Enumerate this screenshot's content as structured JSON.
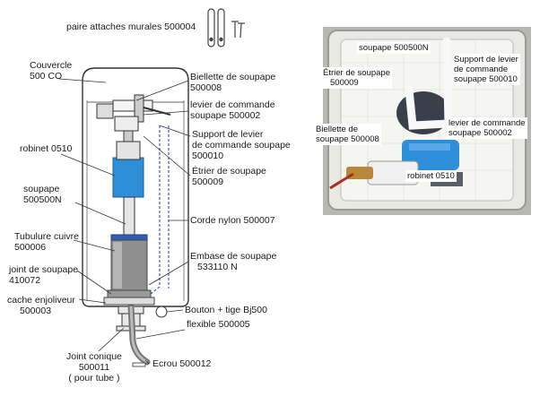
{
  "diagram": {
    "left_labels": {
      "attaches": "paire attaches murales 500004",
      "couvercle": [
        "Couvercle",
        "500 CO"
      ],
      "robinet": "robinet 0510",
      "soupape": [
        "soupape",
        "500500N"
      ],
      "tubulure": [
        "Tubulure cuivre",
        "500006"
      ],
      "joint_soupape": [
        "joint de soupape",
        "410072"
      ],
      "cache": [
        "cache enjoliveur",
        "500003"
      ],
      "joint_conique": [
        "Joint conique",
        "500011",
        "( pour tube )"
      ]
    },
    "right_labels": {
      "biellette": [
        "Biellette de soupape",
        "500008"
      ],
      "levier": [
        "levier de commande",
        "soupape   500002"
      ],
      "support": [
        "Support de levier",
        "de commande soupape",
        "500010"
      ],
      "etrier": [
        "Étrier de soupape",
        "500009"
      ],
      "corde": "Corde nylon 500007",
      "embase": [
        "Embase de soupape",
        "533110 N"
      ],
      "bouton": "Bouton + tige Bj500",
      "flexible": "flexible 500005",
      "ecrou": "Ecrou 500012"
    }
  },
  "photo": {
    "labels": {
      "soupape": "soupape 500500N",
      "support": [
        "Support de levier",
        "de commande",
        "soupape 500010"
      ],
      "etrier": [
        "Étrier de soupape",
        "500009"
      ],
      "levier": [
        "levier de commande",
        "soupape    500002"
      ],
      "biellette": [
        "Biellette de",
        "soupape 500008"
      ],
      "robinet": "robinet 0510"
    }
  },
  "colors": {
    "line": "#333333",
    "valve_blue": "#2e8fd8",
    "float_gray": "#8f8f8f",
    "dash_blue": "#2233cc",
    "photo_bg": "#c9c9c4",
    "tank_wall": "#f2f2ef"
  }
}
